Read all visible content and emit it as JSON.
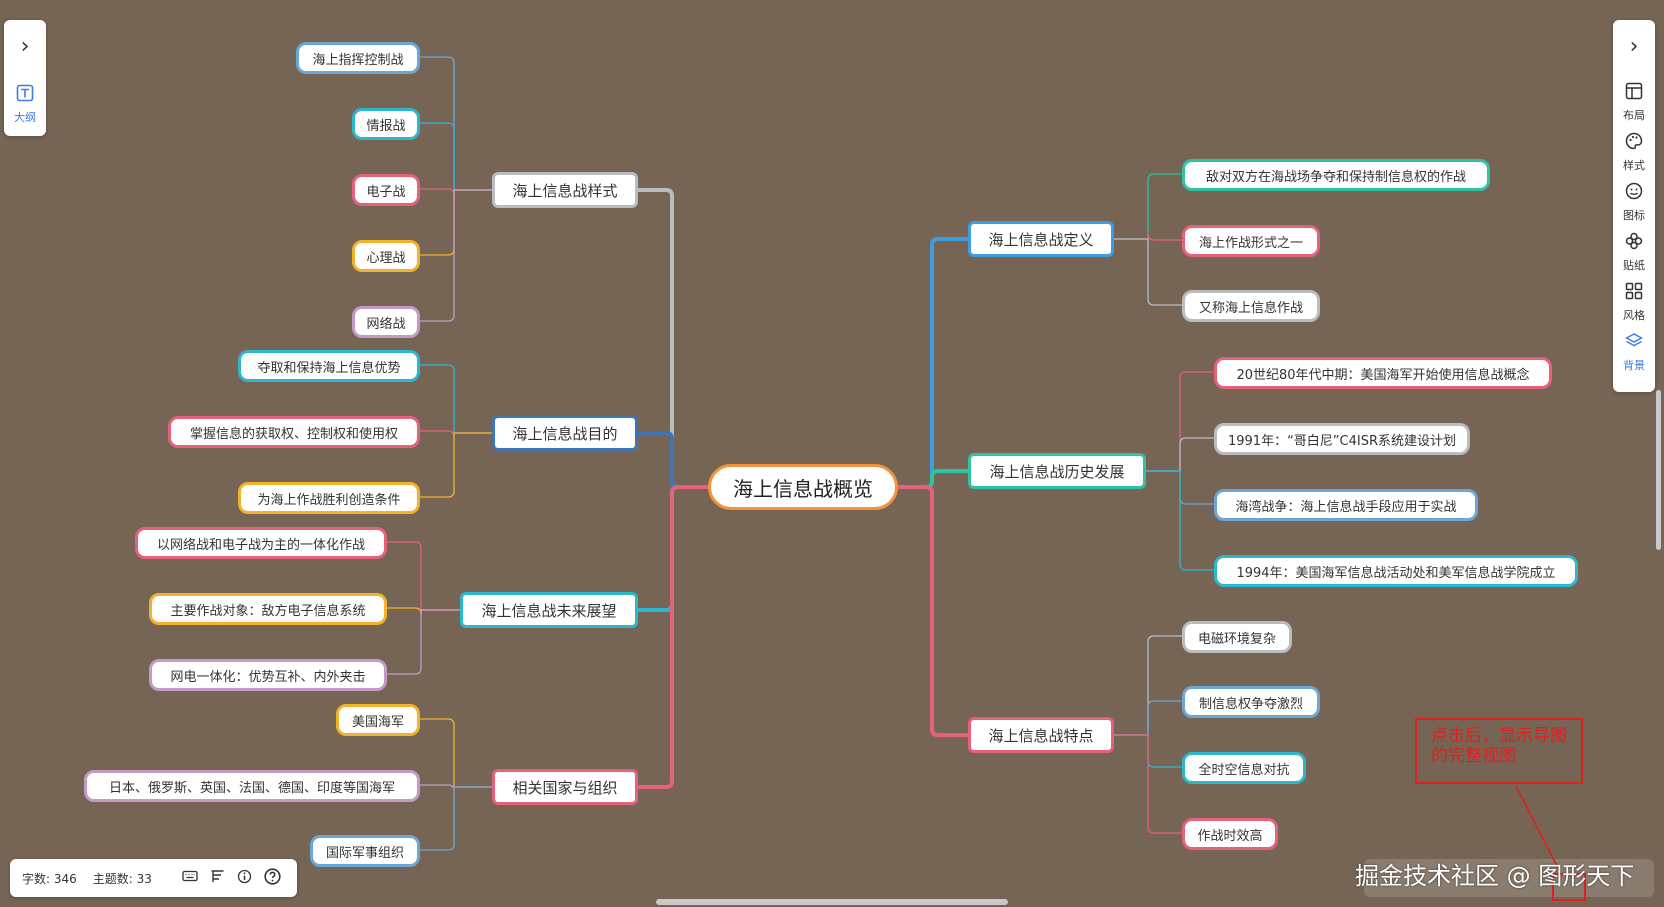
{
  "app": {
    "left_panel": {
      "outline_label": "大纲"
    },
    "right_panel": {
      "tools": [
        {
          "label": "布局",
          "icon": "layout-icon"
        },
        {
          "label": "样式",
          "icon": "palette-icon"
        },
        {
          "label": "图标",
          "icon": "smiley-icon"
        },
        {
          "label": "贴纸",
          "icon": "sticker-icon"
        },
        {
          "label": "风格",
          "icon": "grid-style-icon"
        },
        {
          "label": "背景",
          "icon": "layers-icon"
        }
      ],
      "active": "背景"
    },
    "status": {
      "word_count": "字数: 346",
      "topic_count": "主题数: 33"
    },
    "annotation": "点击后，显示导图的完整视图",
    "watermark": "掘金技术社区 @ 图形天下"
  },
  "colors": {
    "background": "#766555",
    "root_border": "#f5923e",
    "annotation": "#e02020"
  },
  "mindmap": {
    "root": "海上信息战概览",
    "branches": [
      {
        "label": "海上信息战样式",
        "side": "left",
        "color": "#b9bcc0",
        "children": [
          {
            "label": "海上指挥控制战",
            "color": "#6aa7d6"
          },
          {
            "label": "情报战",
            "color": "#2bb8cf"
          },
          {
            "label": "电子战",
            "color": "#e5617c"
          },
          {
            "label": "心理战",
            "color": "#f2b32a"
          },
          {
            "label": "网络战",
            "color": "#c59ac7"
          }
        ]
      },
      {
        "label": "海上信息战目的",
        "side": "left",
        "color": "#3f75b4",
        "children": [
          {
            "label": "夺取和保持海上信息优势",
            "color": "#2bb8cf"
          },
          {
            "label": "掌握信息的获取权、控制权和使用权",
            "color": "#e5617c"
          },
          {
            "label": "为海上作战胜利创造条件",
            "color": "#f2b32a"
          }
        ]
      },
      {
        "label": "海上信息战未来展望",
        "side": "left",
        "color": "#2bb8cf",
        "children": [
          {
            "label": "以网络战和电子战为主的一体化作战",
            "color": "#e5617c"
          },
          {
            "label": "主要作战对象：敌方电子信息系统",
            "color": "#f2b32a"
          },
          {
            "label": "网电一体化：优势互补、内外夹击",
            "color": "#c59ac7"
          }
        ]
      },
      {
        "label": "相关国家与组织",
        "side": "left",
        "color": "#e5617c",
        "children": [
          {
            "label": "美国海军",
            "color": "#f2b32a"
          },
          {
            "label": "日本、俄罗斯、英国、法国、德国、印度等国海军",
            "color": "#c59ac7"
          },
          {
            "label": "国际军事组织",
            "color": "#6aa7d6"
          }
        ]
      },
      {
        "label": "海上信息战定义",
        "side": "right",
        "color": "#3d9de0",
        "children": [
          {
            "label": "敌对双方在海战场争夺和保持制信息权的作战",
            "color": "#2fc2a0"
          },
          {
            "label": "海上作战形式之一",
            "color": "#e5617c"
          },
          {
            "label": "又称海上信息作战",
            "color": "#b9bcc0"
          }
        ]
      },
      {
        "label": "海上信息战历史发展",
        "side": "right",
        "color": "#2fc2a0",
        "children": [
          {
            "label": "20世纪80年代中期：美国海军开始使用信息战概念",
            "color": "#e5617c"
          },
          {
            "label": "1991年：“哥白尼”C4ISR系统建设计划",
            "color": "#b9bcc0"
          },
          {
            "label": "海湾战争：海上信息战手段应用于实战",
            "color": "#6aa7d6"
          },
          {
            "label": "1994年：美国海军信息战活动处和美军信息战学院成立",
            "color": "#2bb8cf"
          }
        ]
      },
      {
        "label": "海上信息战特点",
        "side": "right",
        "color": "#e5617c",
        "children": [
          {
            "label": "电磁环境复杂",
            "color": "#b9bcc0"
          },
          {
            "label": "制信息权争夺激烈",
            "color": "#6aa7d6"
          },
          {
            "label": "全时空信息对抗",
            "color": "#2bb8cf"
          },
          {
            "label": "作战时效高",
            "color": "#e5617c"
          }
        ]
      }
    ]
  }
}
